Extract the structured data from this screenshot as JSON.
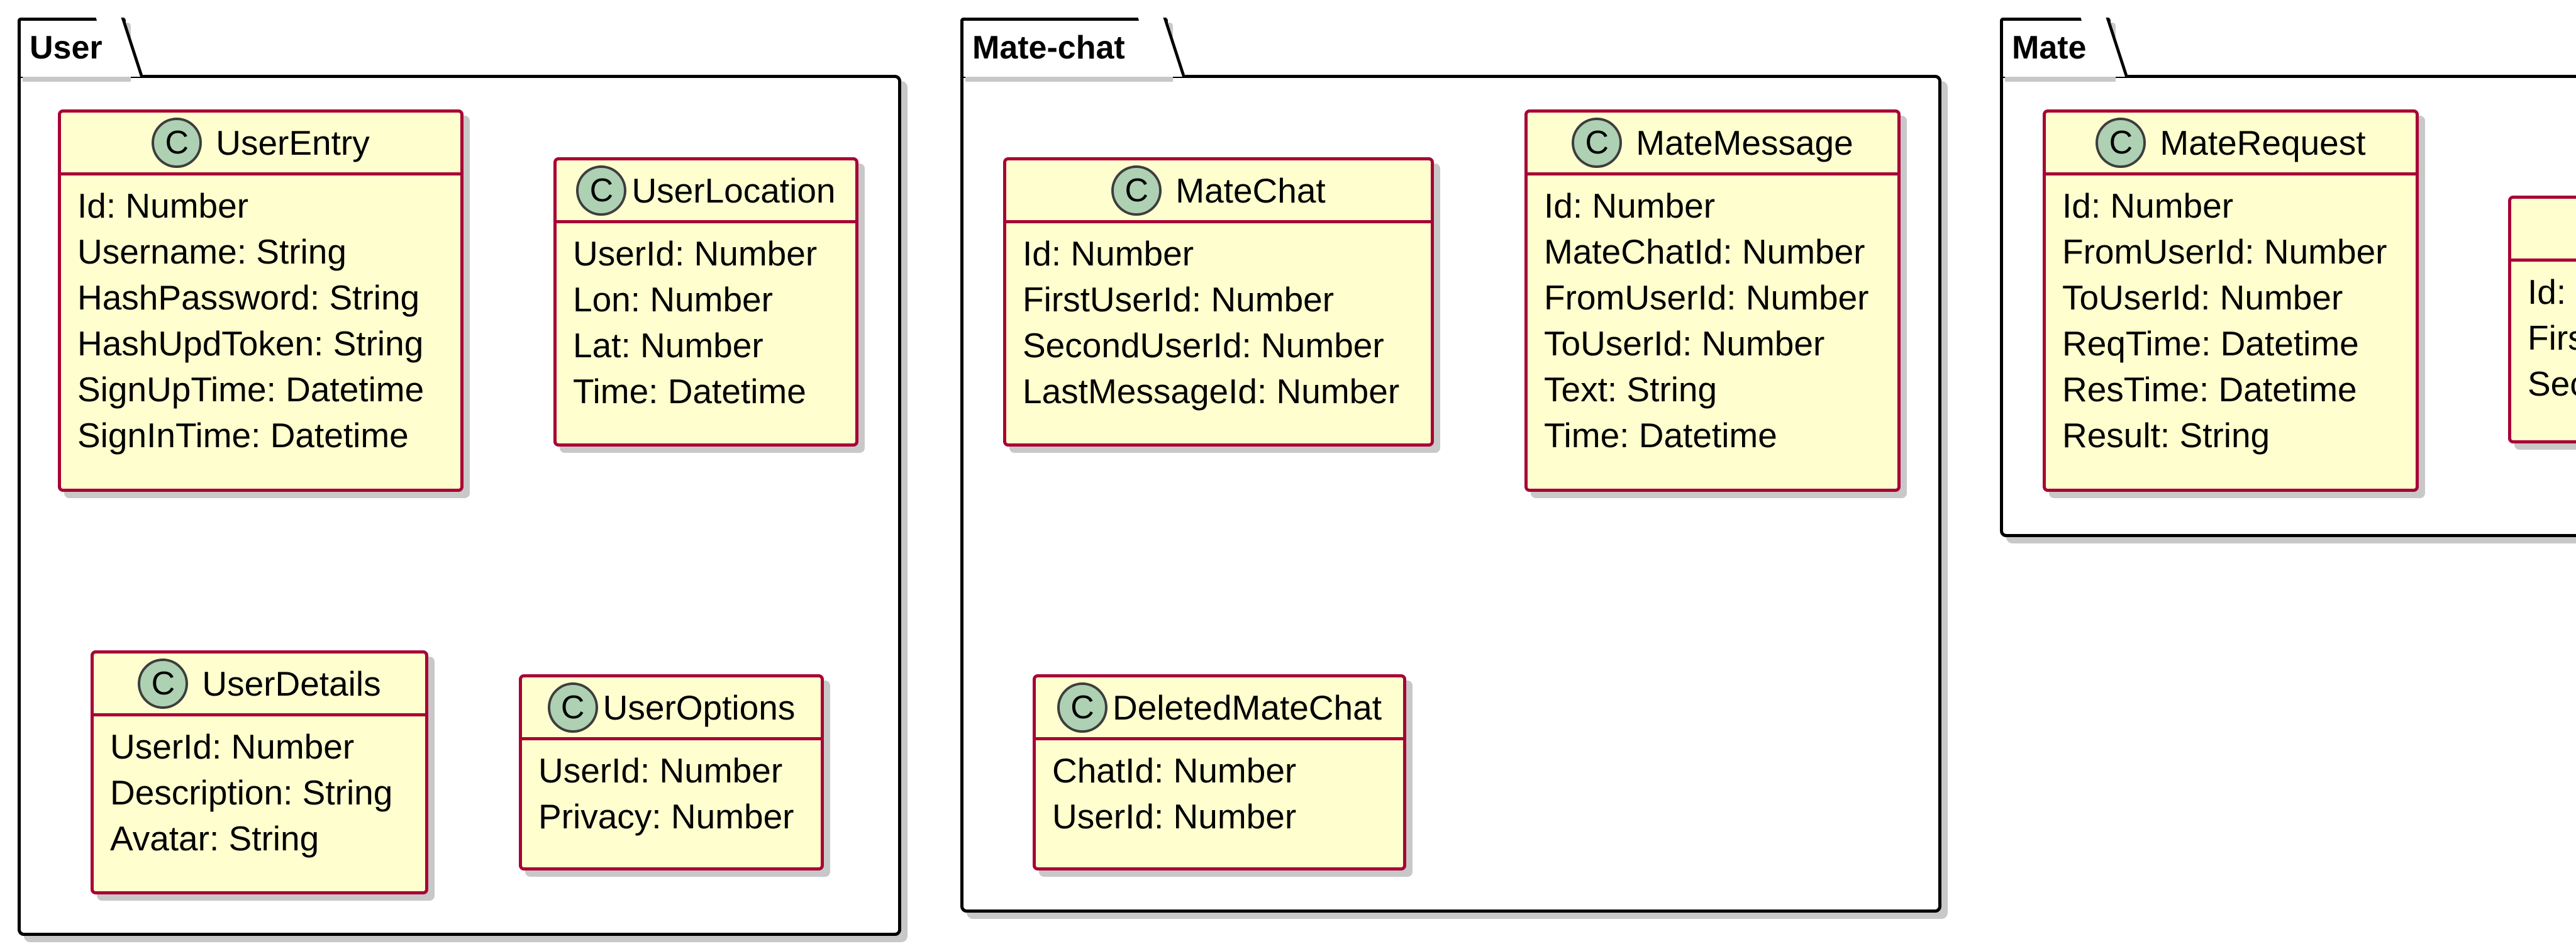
{
  "packages": [
    {
      "name": "User",
      "classes": [
        {
          "name": "UserEntry",
          "badge": "C",
          "fields": [
            "Id: Number",
            "Username: String",
            "HashPassword: String",
            "HashUpdToken: String",
            "SignUpTime: Datetime",
            "SignInTime: Datetime"
          ]
        },
        {
          "name": "UserLocation",
          "badge": "C",
          "fields": [
            "UserId: Number",
            "Lon: Number",
            "Lat: Number",
            "Time: Datetime"
          ]
        },
        {
          "name": "UserDetails",
          "badge": "C",
          "fields": [
            "UserId: Number",
            "Description: String",
            "Avatar: String"
          ]
        },
        {
          "name": "UserOptions",
          "badge": "C",
          "fields": [
            "UserId: Number",
            "Privacy: Number"
          ]
        }
      ]
    },
    {
      "name": "Mate-chat",
      "classes": [
        {
          "name": "MateChat",
          "badge": "C",
          "fields": [
            "Id: Number",
            "FirstUserId: Number",
            "SecondUserId: Number",
            "LastMessageId: Number"
          ]
        },
        {
          "name": "MateMessage",
          "badge": "C",
          "fields": [
            "Id: Number",
            "MateChatId: Number",
            "FromUserId: Number",
            "ToUserId: Number",
            "Text: String",
            "Time: Datetime"
          ]
        },
        {
          "name": "DeletedMateChat",
          "badge": "C",
          "fields": [
            "ChatId: Number",
            "UserId: Number"
          ]
        }
      ]
    },
    {
      "name": "Mate",
      "classes": [
        {
          "name": "MateRequest",
          "badge": "C",
          "fields": [
            "Id: Number",
            "FromUserId: Number",
            "ToUserId: Number",
            "ReqTime: Datetime",
            "ResTime: Datetime",
            "Result: String"
          ]
        },
        {
          "name": "",
          "badge": "",
          "fields": [
            "Id:",
            "Firs",
            "Sec"
          ]
        }
      ]
    }
  ],
  "colors": {
    "class_fill": "#fefece",
    "class_border": "#a80036",
    "badge_fill": "#add1b2",
    "shadow": "#c8c8c8"
  }
}
